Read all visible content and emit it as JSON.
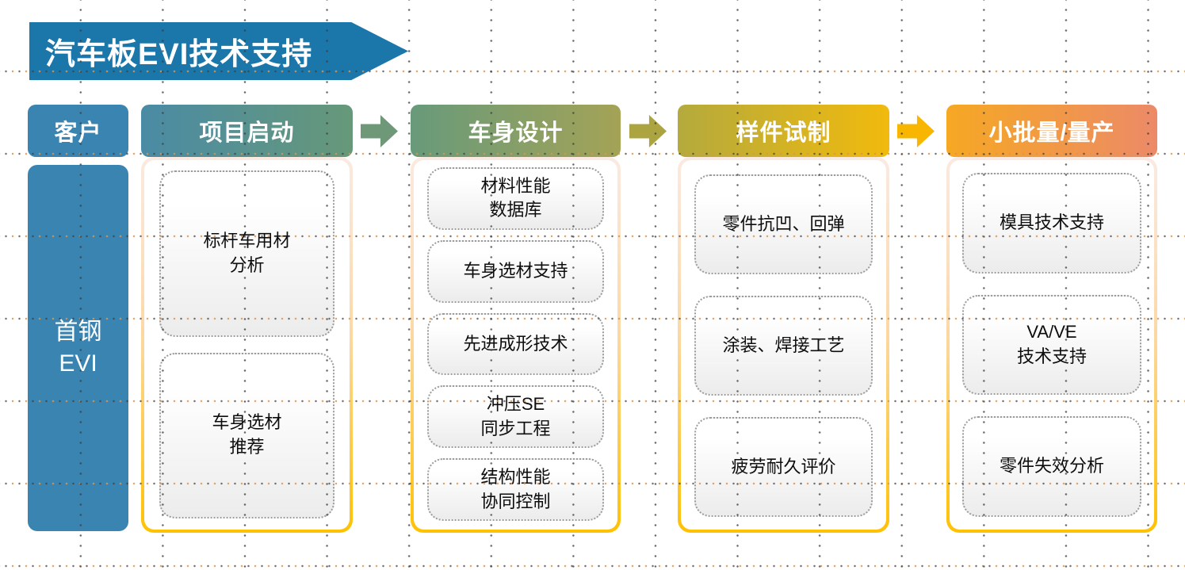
{
  "title": {
    "label": "汽车板EVI技术支持"
  },
  "customer": {
    "header": "客户",
    "body": "首钢\nEVI"
  },
  "stages": [
    {
      "header": "项目启动",
      "items": [
        "标杆车用材\n分析",
        "车身选材\n推荐"
      ]
    },
    {
      "header": "车身设计",
      "items": [
        "材料性能\n数据库",
        "车身选材支持",
        "先进成形技术",
        "冲压SE\n同步工程",
        "结构性能\n协同控制"
      ]
    },
    {
      "header": "样件试制",
      "items": [
        "零件抗凹、回弹",
        "涂装、焊接工艺",
        "疲劳耐久评价"
      ]
    },
    {
      "header": "小批量/量产",
      "items": [
        "模具技术支持",
        "VA/VE\n技术支持",
        "零件失效分析"
      ]
    }
  ],
  "palette": {
    "title_banner": "#1b76aa",
    "customer_blue": "#3a84b2",
    "stage1_gradient": [
      "#4a8ba5",
      "#679879"
    ],
    "stage2_gradient": [
      "#689a7b",
      "#a4a356"
    ],
    "stage3_gradient": [
      "#b4aa3d",
      "#f1ba0d"
    ],
    "stage4_gradient": [
      "#f6a823",
      "#ec8a68"
    ],
    "arrow_colors": [
      "#6f9878",
      "#aca440",
      "#f8b600"
    ],
    "container_border_gradient": [
      "#fbeae2",
      "#ffc103"
    ],
    "card_border": "#9b9b9b"
  }
}
